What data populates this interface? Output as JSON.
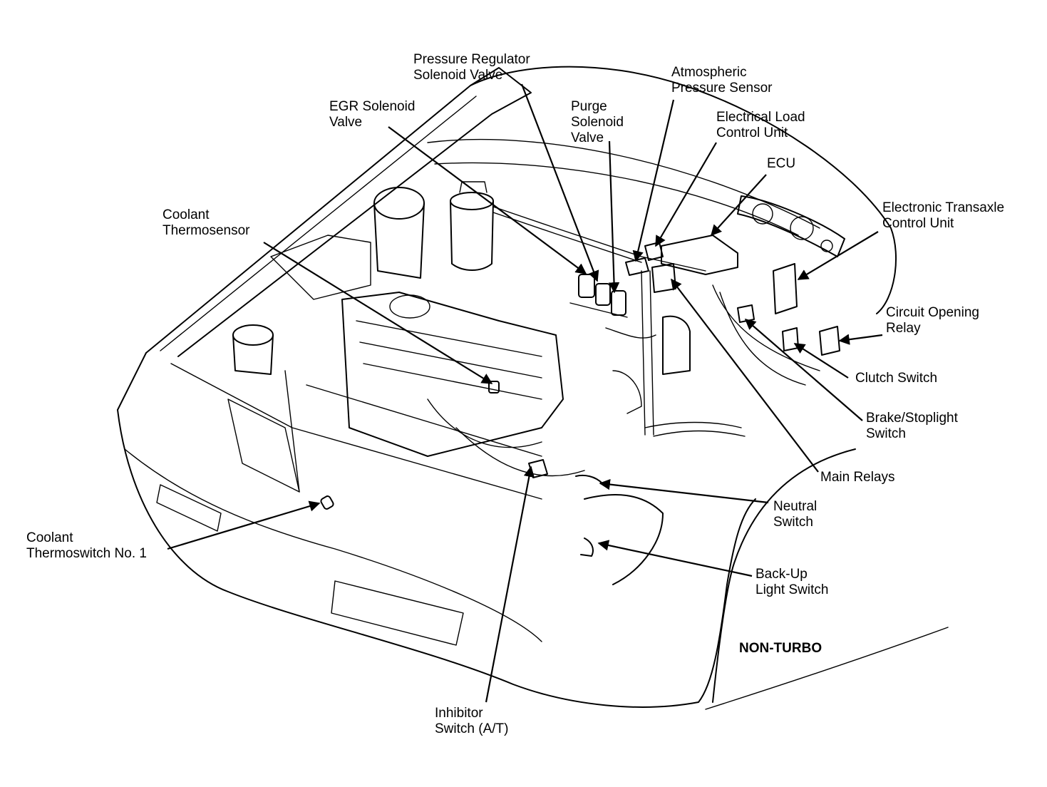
{
  "diagram": {
    "caption": "NON-TURBO",
    "components": [
      {
        "key": "pressure_regulator",
        "lines": [
          "Pressure Regulator",
          "Solenoid Valve"
        ]
      },
      {
        "key": "atmospheric",
        "lines": [
          "Atmospheric",
          "Pressure Sensor"
        ]
      },
      {
        "key": "egr",
        "lines": [
          "EGR Solenoid",
          "Valve"
        ]
      },
      {
        "key": "purge",
        "lines": [
          "Purge",
          "Solenoid",
          "Valve"
        ]
      },
      {
        "key": "elcu",
        "lines": [
          "Electrical Load",
          "Control Unit"
        ]
      },
      {
        "key": "ecu",
        "lines": [
          "ECU"
        ]
      },
      {
        "key": "coolant_thermosensor",
        "lines": [
          "Coolant",
          "Thermosensor"
        ]
      },
      {
        "key": "etcu",
        "lines": [
          "Electronic Transaxle",
          "Control Unit"
        ]
      },
      {
        "key": "circuit_opening",
        "lines": [
          "Circuit Opening",
          "Relay"
        ]
      },
      {
        "key": "clutch",
        "lines": [
          "Clutch Switch"
        ]
      },
      {
        "key": "brake",
        "lines": [
          "Brake/Stoplight",
          "Switch"
        ]
      },
      {
        "key": "main_relays",
        "lines": [
          "Main Relays"
        ]
      },
      {
        "key": "neutral",
        "lines": [
          "Neutral",
          "Switch"
        ]
      },
      {
        "key": "coolant_switch",
        "lines": [
          "Coolant",
          "Thermoswitch No. 1"
        ]
      },
      {
        "key": "backup",
        "lines": [
          "Back-Up",
          "Light Switch"
        ]
      },
      {
        "key": "inhibitor",
        "lines": [
          "Inhibitor",
          "Switch (A/T)"
        ]
      }
    ]
  }
}
